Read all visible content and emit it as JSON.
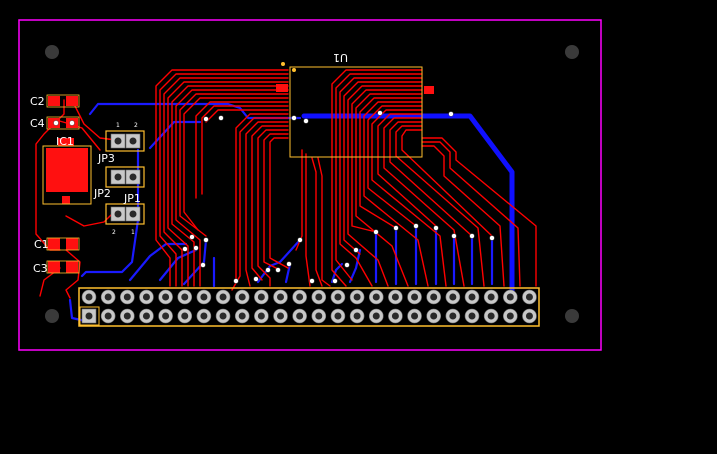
{
  "labels": {
    "u1": "U1",
    "ic1": "IC1",
    "c1": "C1",
    "c2": "C2",
    "c3": "C3",
    "c4": "C4",
    "jp1": "JP1",
    "jp2": "JP2",
    "jp3": "JP3",
    "pin1_a": "1",
    "pin2_a": "2",
    "pin1_b": "1",
    "pin2_b": "2"
  },
  "colors": {
    "board_outline": "#ff00ff",
    "top_copper": "#ff0000",
    "bottom_copper": "#1a1aff",
    "silkscreen": "#ffffff",
    "component_outline": "#ffbf2e",
    "background": "#000000"
  },
  "header": {
    "columns": 24,
    "rows": 2
  }
}
